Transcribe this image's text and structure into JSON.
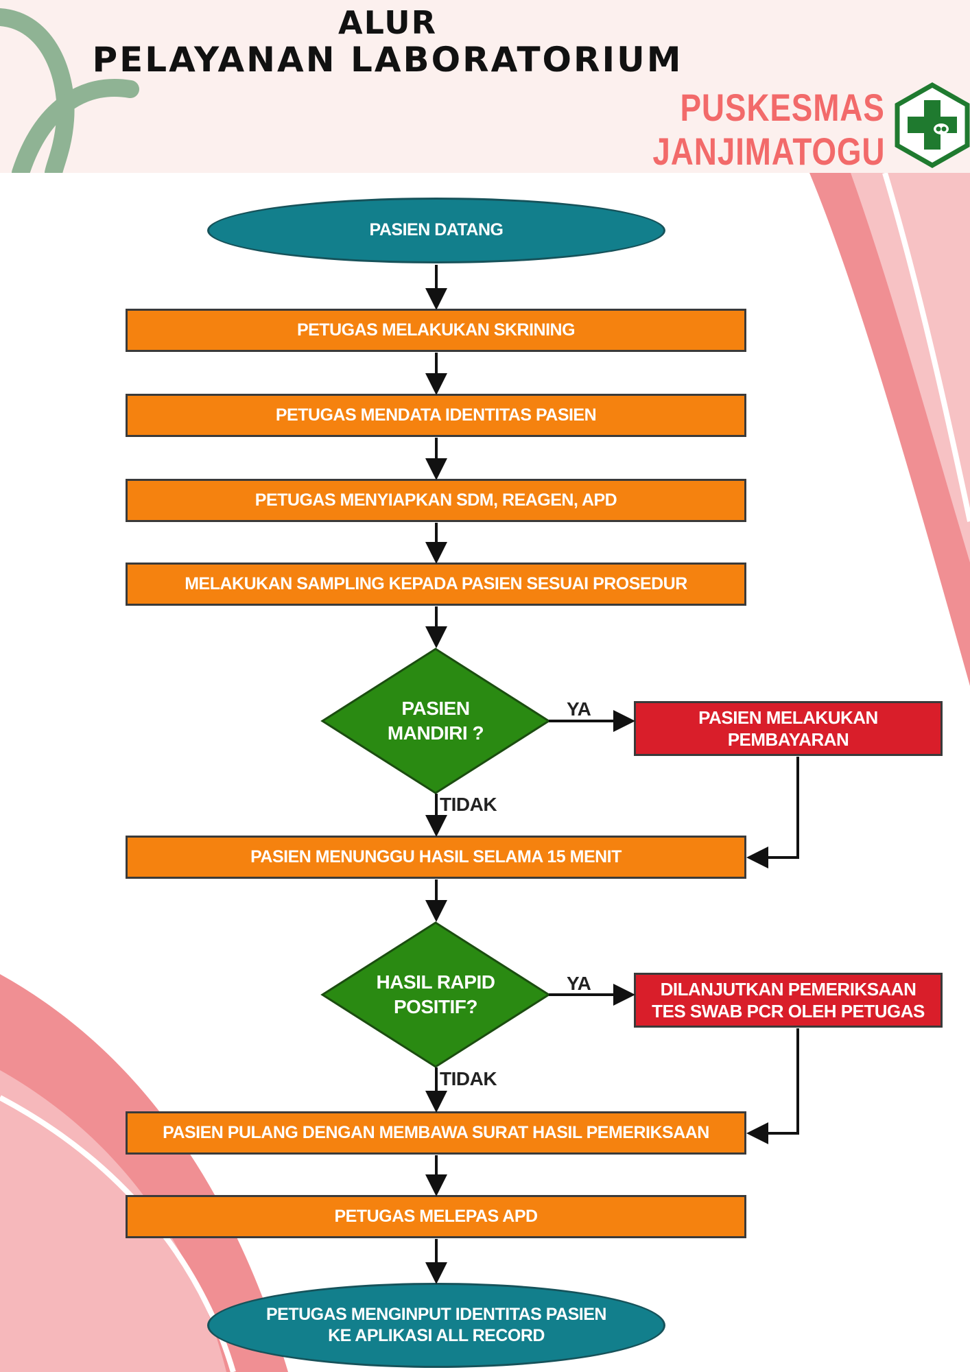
{
  "header": {
    "title_line1": "ALUR",
    "title_line2": "PELAYANAN LABORATORIUM",
    "org_line1": "PUSKESMAS",
    "org_line2": "JANJIMATOGU"
  },
  "colors": {
    "process": "#f5820f",
    "decision": "#2a8a12",
    "terminal": "#127f8c",
    "action": "#d91e2a",
    "arrow": "#111111",
    "header_bg": "#fcf0ee",
    "accent_green": "#8fb394",
    "accent_pink": "#f08f93"
  },
  "flow": {
    "start": "PASIEN DATANG",
    "step1": "PETUGAS MELAKUKAN SKRINING",
    "step2": "PETUGAS MENDATA IDENTITAS PASIEN",
    "step3": "PETUGAS MENYIAPKAN SDM, REAGEN, APD",
    "step4": "MELAKUKAN SAMPLING KEPADA PASIEN SESUAI PROSEDUR",
    "decision1_line1": "PASIEN",
    "decision1_line2": "MANDIRI ?",
    "decision1_yes": "YA",
    "decision1_no": "TIDAK",
    "payment_line1": "PASIEN MELAKUKAN",
    "payment_line2": "PEMBAYARAN",
    "step5": "PASIEN MENUNGGU HASIL  SELAMA 15 MENIT",
    "decision2_line1": "HASIL RAPID",
    "decision2_line2": "POSITIF?",
    "decision2_yes": "YA",
    "decision2_no": "TIDAK",
    "pcr_line1": "DILANJUTKAN PEMERIKSAAN",
    "pcr_line2": "TES SWAB PCR OLEH PETUGAS",
    "step6": "PASIEN PULANG DENGAN MEMBAWA SURAT HASIL PEMERIKSAAN",
    "step7": "PETUGAS MELEPAS APD",
    "end_line1": "PETUGAS MENGINPUT IDENTITAS PASIEN",
    "end_line2": "KE APLIKASI ALL RECORD"
  }
}
